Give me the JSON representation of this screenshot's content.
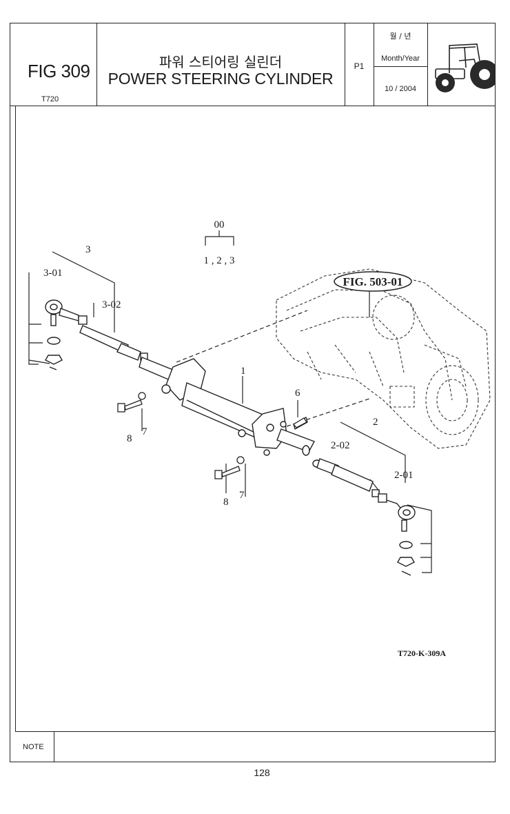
{
  "header": {
    "fig_no": "FIG 309",
    "model": "T720",
    "title_ko": "파워 스티어링 실린더",
    "title_en": "POWER STEERING CYLINDER",
    "page_code": "P1",
    "month_year_ko": "월 / 년",
    "month_year_en": "Month/Year",
    "month_year_value": "10 / 2004",
    "logo_icon": "tractor-icon"
  },
  "diagram": {
    "assembly_no": "00",
    "assembly_members": "1 , 2 , 3",
    "fig_ref": "FIG. 503-01",
    "drawing_code": "T720-K-309A",
    "callouts": {
      "p3": "3",
      "p3_01": "3-01",
      "p3_02": "3-02",
      "p1": "1",
      "p6": "6",
      "p2": "2",
      "p2_02": "2-02",
      "p2_01": "2-01",
      "p8a": "8",
      "p7a": "7",
      "p8b": "8",
      "p7b": "7"
    }
  },
  "footer": {
    "note_label": "NOTE",
    "note_text": "",
    "page_number": "128"
  }
}
